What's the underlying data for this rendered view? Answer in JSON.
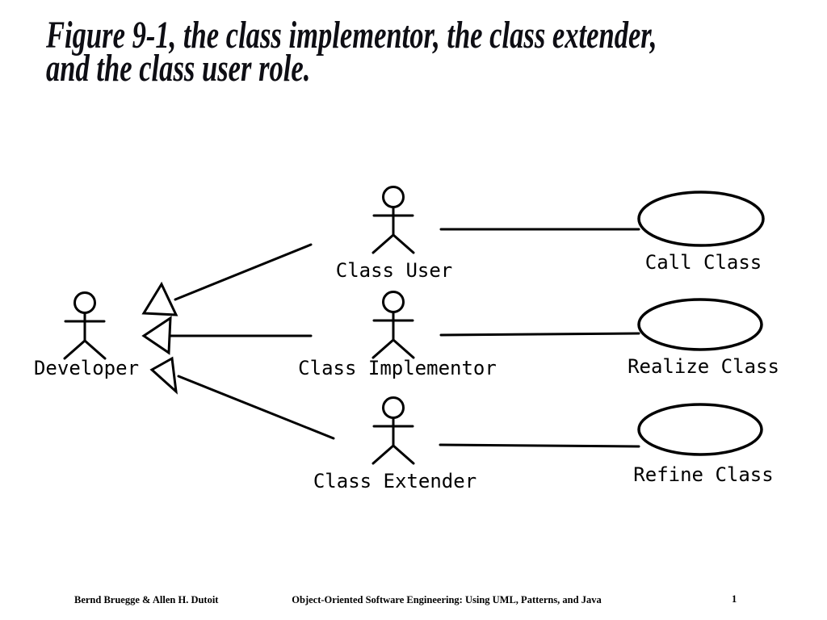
{
  "slide": {
    "title": {
      "line1": "Figure 9-1, the class implementor, the class extender,",
      "line2": "and the class user role."
    },
    "diagram": {
      "type": "uml-use-case-diagram",
      "actors": [
        {
          "id": "developer",
          "label": "Developer",
          "icon": "stick-figure-actor-icon"
        },
        {
          "id": "class-user",
          "label": "Class User",
          "icon": "stick-figure-actor-icon"
        },
        {
          "id": "class-implementor",
          "label": "Class Implementor",
          "icon": "stick-figure-actor-icon"
        },
        {
          "id": "class-extender",
          "label": "Class Extender",
          "icon": "stick-figure-actor-icon"
        }
      ],
      "use_cases": [
        {
          "id": "call-class",
          "label": "Call Class",
          "icon": "use-case-ellipse"
        },
        {
          "id": "realize-class",
          "label": "Realize Class",
          "icon": "use-case-ellipse"
        },
        {
          "id": "refine-class",
          "label": "Refine Class",
          "icon": "use-case-ellipse"
        }
      ],
      "relations": {
        "generalizations": [
          {
            "from": "class-user",
            "to": "developer",
            "icon": "hollow-triangle-arrow-icon"
          },
          {
            "from": "class-implementor",
            "to": "developer",
            "icon": "hollow-triangle-arrow-icon"
          },
          {
            "from": "class-extender",
            "to": "developer",
            "icon": "hollow-triangle-arrow-icon"
          }
        ],
        "associations": [
          {
            "from": "class-user",
            "to": "call-class"
          },
          {
            "from": "class-implementor",
            "to": "realize-class"
          },
          {
            "from": "class-extender",
            "to": "refine-class"
          }
        ]
      }
    },
    "footer": {
      "author": "Bernd Bruegge & Allen H. Dutoit",
      "book": "Object-Oriented Software Engineering: Using UML, Patterns, and Java",
      "page": "1"
    },
    "colors": {
      "background": "#ffffff",
      "ink": "#000000",
      "title_text": "#0e0e14"
    }
  }
}
